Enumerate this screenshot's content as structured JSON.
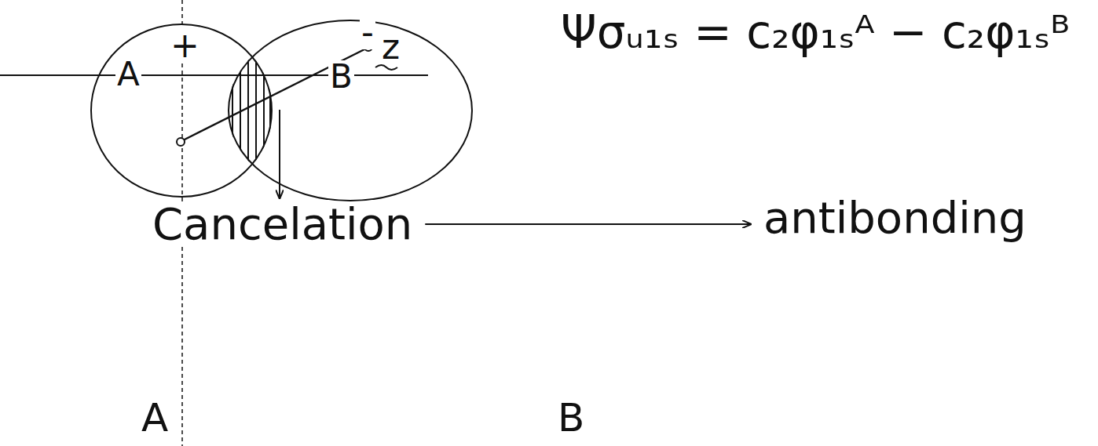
{
  "diagram": {
    "nodes": [
      {
        "text": [
          "+",
          "A"
        ]
      },
      {
        "text": [
          "-",
          "B"
        ]
      }
    ],
    "labels": [
      "z",
      "Ψσᵤ₁ₛ = c₂φ₁ₛᴬ − c₂φ₁ₛᴮ",
      "Cancelation",
      "antibonding",
      "A",
      "B"
    ]
  }
}
